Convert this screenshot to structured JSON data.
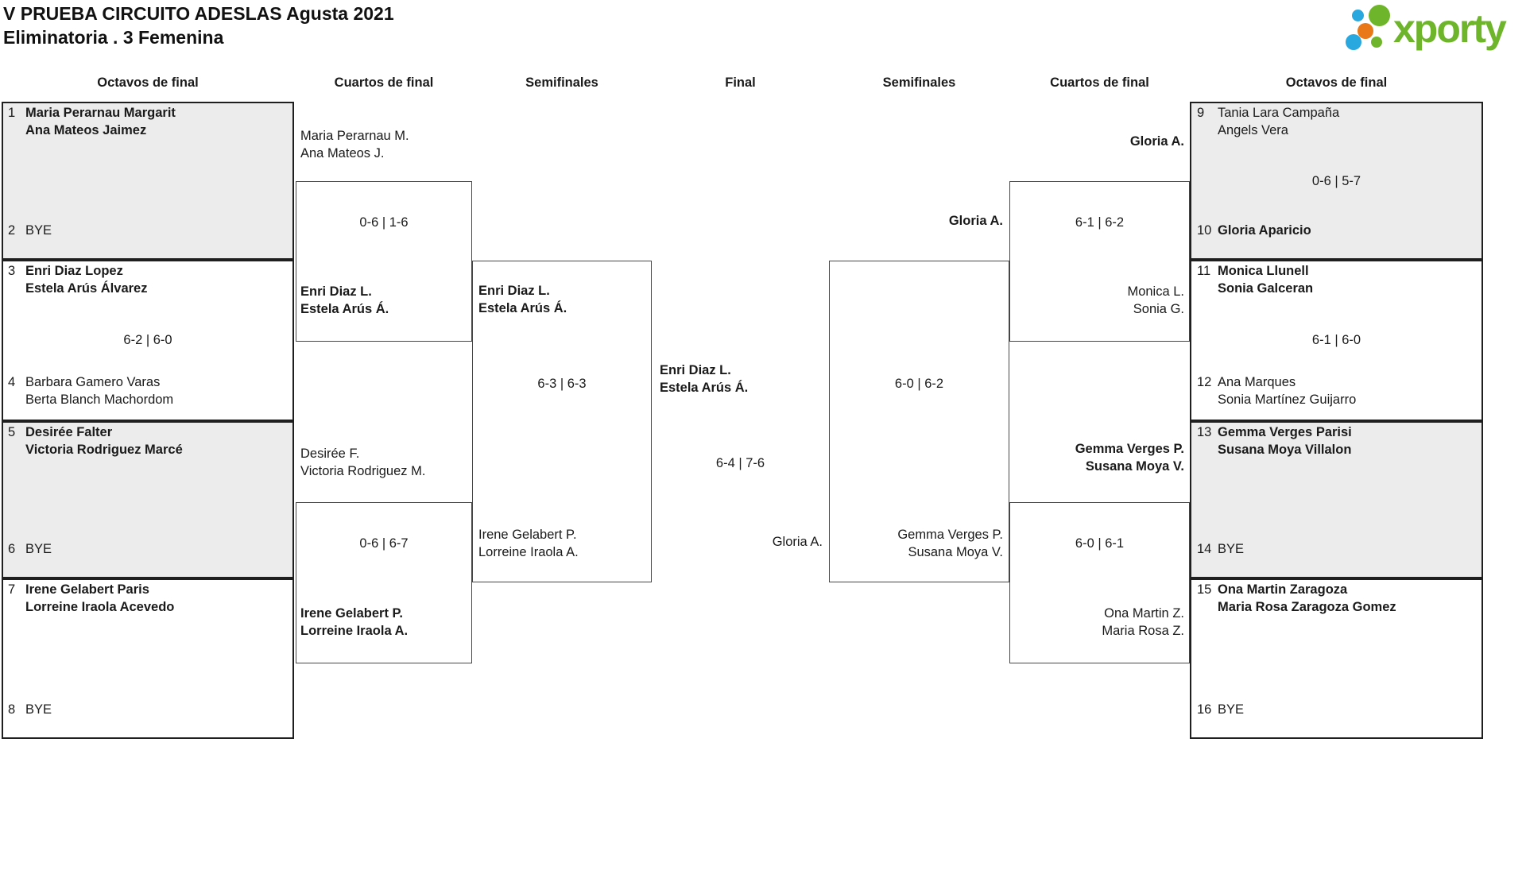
{
  "title": "V PRUEBA CIRCUITO ADESLAS Agusta 2021",
  "subtitle": "Eliminatoria . 3 Femenina",
  "logo": {
    "wordmark": "xporty",
    "green": "#6fb52c",
    "blue": "#29a8e0",
    "orange": "#e87818"
  },
  "rounds": [
    "Octavos de final",
    "Cuartos de final",
    "Semifinales",
    "Final",
    "Semifinales",
    "Cuartos de final",
    "Octavos de final"
  ],
  "octavos_left": [
    {
      "top": {
        "seed": "1",
        "lines": [
          "Maria Perarnau Margarit",
          "Ana Mateos Jaimez"
        ]
      },
      "score": "",
      "bottom": {
        "seed": "2",
        "lines": [
          "BYE"
        ]
      }
    },
    {
      "top": {
        "seed": "3",
        "lines": [
          "Enri Diaz Lopez",
          "Estela Arús Álvarez"
        ]
      },
      "score": "6-2 | 6-0",
      "bottom": {
        "seed": "4",
        "lines": [
          "Barbara Gamero Varas",
          "Berta Blanch Machordom"
        ]
      }
    },
    {
      "top": {
        "seed": "5",
        "lines": [
          "Desirée Falter",
          "Victoria Rodriguez Marcé"
        ]
      },
      "score": "",
      "bottom": {
        "seed": "6",
        "lines": [
          "BYE"
        ]
      }
    },
    {
      "top": {
        "seed": "7",
        "lines": [
          "Irene Gelabert Paris",
          "Lorreine Iraola Acevedo"
        ]
      },
      "score": "",
      "bottom": {
        "seed": "8",
        "lines": [
          "BYE"
        ]
      }
    }
  ],
  "octavos_right": [
    {
      "top": {
        "seed": "9",
        "lines": [
          "Tania Lara Campaña",
          "Angels Vera"
        ]
      },
      "score": "0-6 | 5-7",
      "bottom": {
        "seed": "10",
        "lines": [
          "Gloria Aparicio"
        ]
      }
    },
    {
      "top": {
        "seed": "11",
        "lines": [
          "Monica Llunell",
          "Sonia Galceran"
        ]
      },
      "score": "6-1 | 6-0",
      "bottom": {
        "seed": "12",
        "lines": [
          "Ana Marques",
          "Sonia Martínez Guijarro"
        ]
      }
    },
    {
      "top": {
        "seed": "13",
        "lines": [
          "Gemma Verges Parisi",
          "Susana Moya Villalon"
        ]
      },
      "score": "",
      "bottom": {
        "seed": "14",
        "lines": [
          "BYE"
        ]
      }
    },
    {
      "top": {
        "seed": "15",
        "lines": [
          "Ona Martin Zaragoza",
          "Maria Rosa Zaragoza Gomez"
        ]
      },
      "score": "",
      "bottom": {
        "seed": "16",
        "lines": [
          "BYE"
        ]
      }
    }
  ],
  "cuartos_left": [
    {
      "entrant_top": [
        "Maria Perarnau M.",
        "Ana Mateos J."
      ],
      "score": "0-6 | 1-6",
      "entrant_bottom": [
        "Enri Diaz L.",
        "Estela Arús Á."
      ]
    },
    {
      "entrant_top": [
        "Desirée F.",
        "Victoria Rodriguez M."
      ],
      "score": "0-6 | 6-7",
      "entrant_bottom": [
        "Irene Gelabert P.",
        "Lorreine Iraola A."
      ]
    }
  ],
  "semifinal_left": {
    "entrant_top": [
      "Enri Diaz L.",
      "Estela Arús Á."
    ],
    "score": "6-3 | 6-3",
    "entrant_bottom": [
      "Irene Gelabert P.",
      "Lorreine Iraola A."
    ]
  },
  "final": {
    "entrant_top": [
      "Enri Diaz L.",
      "Estela Arús Á."
    ],
    "score": "6-4 | 7-6",
    "entrant_bottom": [
      "Gloria A."
    ]
  },
  "semifinal_right": {
    "entrant_top": [
      "Gloria A."
    ],
    "score": "6-0 | 6-2",
    "entrant_bottom": [
      "Gemma Verges P.",
      "Susana Moya V."
    ]
  },
  "cuartos_right": [
    {
      "entrant_top": [
        "Gloria A."
      ],
      "score": "6-1 | 6-2",
      "entrant_bottom": [
        "Monica L.",
        "Sonia G."
      ]
    },
    {
      "entrant_top": [
        "Gemma Verges P.",
        "Susana Moya V."
      ],
      "score": "6-0 | 6-1",
      "entrant_bottom": [
        "Ona Martin Z.",
        "Maria Rosa Z."
      ]
    }
  ]
}
